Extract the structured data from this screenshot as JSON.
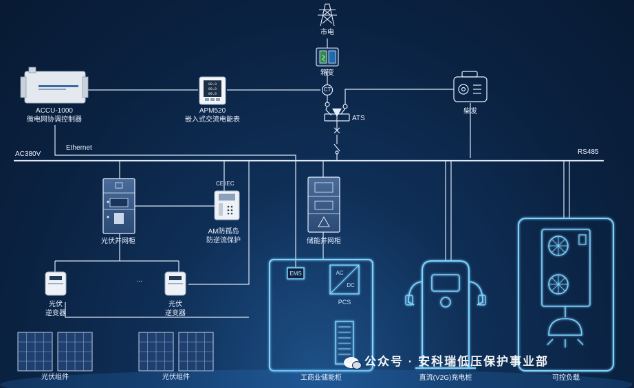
{
  "labels": {
    "grid": "市电",
    "transformer": "箱变",
    "ct": "CT",
    "ats": "ATS",
    "controller_model": "ACCU-1000",
    "controller_desc": "微电网协调控制器",
    "meter_model": "APM520",
    "meter_desc": "嵌入式交流电能表",
    "diesel": "柴发",
    "ethernet": "Ethernet",
    "ac_bus": "AC380V",
    "rs485": "RS485",
    "ce_mark": "CE  IEC",
    "pv_cabinet": "光伏并网柜",
    "anti_island_1": "AM防孤岛",
    "anti_island_2": "防逆流保护",
    "storage_cabinet": "储能并网柜",
    "inverter_1a": "光伏",
    "inverter_1b": "逆变器",
    "inverter_2a": "光伏",
    "inverter_2b": "逆变器",
    "ellipsis": "...",
    "pv_module_1": "光伏组件",
    "pv_module_2": "光伏组件",
    "ems": "EMS",
    "ac": "AC",
    "dc": "DC",
    "pcs": "PCS",
    "storage": "工商业储能柜",
    "charger": "直流(V2G)充电桩",
    "load": "可控负载",
    "meter_display_1": "00.0",
    "meter_display_2": "00.0",
    "meter_display_3": "00.0"
  },
  "watermark": {
    "text": "公众号 · 安科瑞低压保护事业部"
  },
  "colors": {
    "line": "#dce8f7",
    "neon": "#7fd3ff",
    "background": "#0a2140"
  }
}
